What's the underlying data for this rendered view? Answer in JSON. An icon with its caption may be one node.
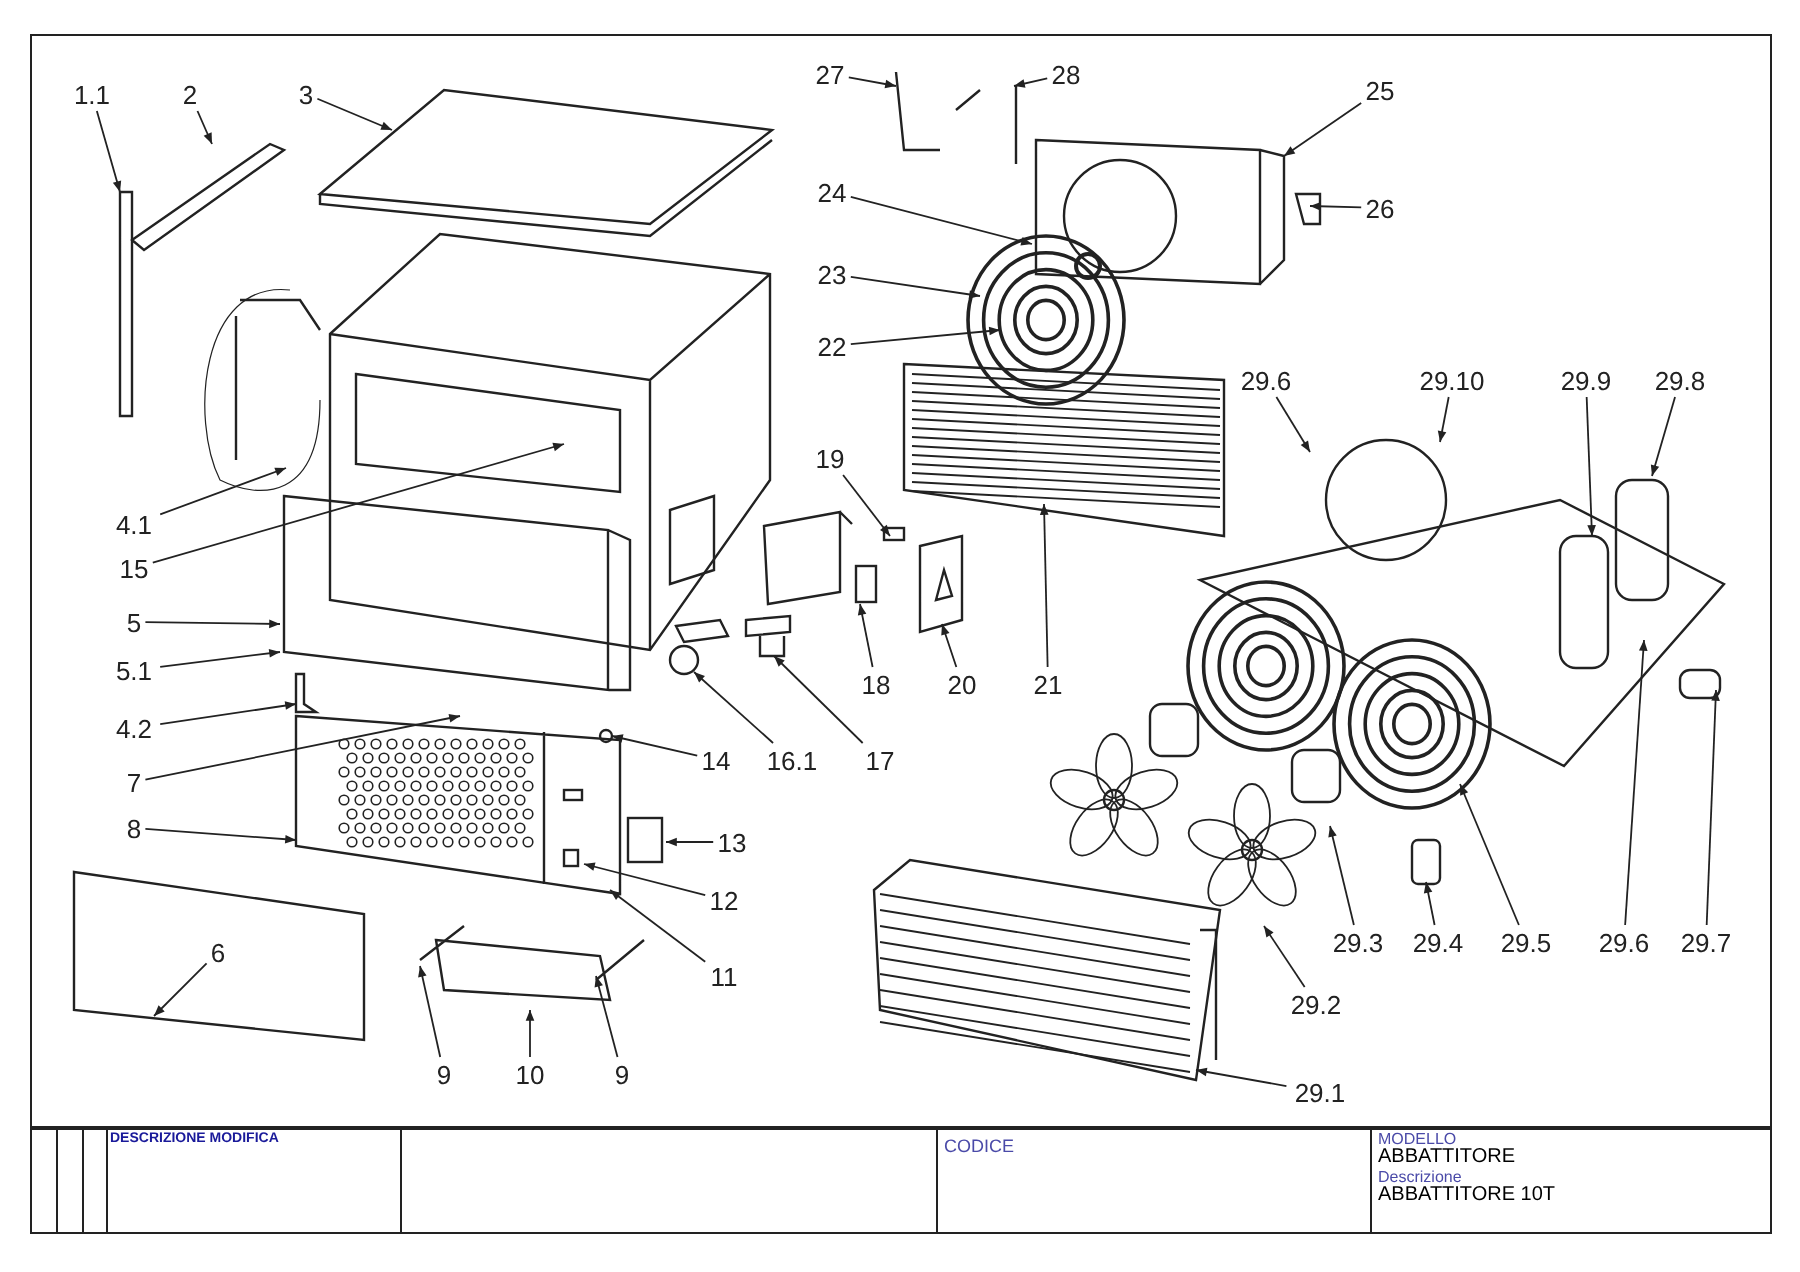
{
  "diagram": {
    "nodes": [
      {
        "text": [
          "1.1"
        ]
      },
      {
        "text": [
          "2"
        ]
      },
      {
        "text": [
          "3"
        ]
      },
      {
        "text": [
          "27"
        ]
      },
      {
        "text": [
          "28"
        ]
      },
      {
        "text": [
          "25"
        ]
      },
      {
        "text": [
          "26"
        ]
      },
      {
        "text": [
          "24"
        ]
      },
      {
        "text": [
          "23"
        ]
      },
      {
        "text": [
          "22"
        ]
      },
      {
        "text": [
          "29.6"
        ]
      },
      {
        "text": [
          "29.10"
        ]
      },
      {
        "text": [
          "29.9"
        ]
      },
      {
        "text": [
          "29.8"
        ]
      },
      {
        "text": [
          "19"
        ]
      },
      {
        "text": [
          "4.1"
        ]
      },
      {
        "text": [
          "15"
        ]
      },
      {
        "text": [
          "5"
        ]
      },
      {
        "text": [
          "5.1"
        ]
      },
      {
        "text": [
          "18"
        ]
      },
      {
        "text": [
          "20"
        ]
      },
      {
        "text": [
          "21"
        ]
      },
      {
        "text": [
          "4.2"
        ]
      },
      {
        "text": [
          "14"
        ]
      },
      {
        "text": [
          "16.1"
        ]
      },
      {
        "text": [
          "17"
        ]
      },
      {
        "text": [
          "7"
        ]
      },
      {
        "text": [
          "13"
        ]
      },
      {
        "text": [
          "8"
        ]
      },
      {
        "text": [
          "12"
        ]
      },
      {
        "text": [
          "11"
        ]
      },
      {
        "text": [
          "6"
        ]
      },
      {
        "text": [
          "9"
        ]
      },
      {
        "text": [
          "10"
        ]
      },
      {
        "text": [
          "9"
        ]
      },
      {
        "text": [
          "29.3"
        ]
      },
      {
        "text": [
          "29.4"
        ]
      },
      {
        "text": [
          "29.5"
        ]
      },
      {
        "text": [
          "29.6"
        ]
      },
      {
        "text": [
          "29.7"
        ]
      },
      {
        "text": [
          "29.2"
        ]
      },
      {
        "text": [
          "29.1"
        ]
      }
    ],
    "edges": [
      {
        "from": 0,
        "to": null,
        "arrow": "to"
      },
      {
        "from": 1,
        "to": null,
        "arrow": "to"
      },
      {
        "from": 2,
        "to": null,
        "arrow": "to"
      },
      {
        "from": 3,
        "to": null,
        "arrow": "to"
      },
      {
        "from": 4,
        "to": null,
        "arrow": "to"
      },
      {
        "from": 5,
        "to": null,
        "arrow": "to"
      },
      {
        "from": 6,
        "to": null,
        "arrow": "to"
      },
      {
        "from": 7,
        "to": null,
        "arrow": "to"
      },
      {
        "from": 8,
        "to": null,
        "arrow": "to"
      },
      {
        "from": 9,
        "to": null,
        "arrow": "to"
      },
      {
        "from": 10,
        "to": null,
        "arrow": "to"
      },
      {
        "from": 11,
        "to": null,
        "arrow": "to"
      },
      {
        "from": 12,
        "to": null,
        "arrow": "to"
      },
      {
        "from": 13,
        "to": null,
        "arrow": "to"
      },
      {
        "from": 14,
        "to": null,
        "arrow": "to"
      },
      {
        "from": 15,
        "to": null,
        "arrow": "to"
      },
      {
        "from": 16,
        "to": null,
        "arrow": "to"
      },
      {
        "from": 17,
        "to": null,
        "arrow": "to"
      },
      {
        "from": 18,
        "to": null,
        "arrow": "to"
      },
      {
        "from": 19,
        "to": null,
        "arrow": "to"
      },
      {
        "from": 20,
        "to": null,
        "arrow": "to"
      },
      {
        "from": 21,
        "to": null,
        "arrow": "to"
      },
      {
        "from": 22,
        "to": null,
        "arrow": "to"
      },
      {
        "from": 23,
        "to": null,
        "arrow": "to"
      },
      {
        "from": 24,
        "to": null,
        "arrow": "to"
      },
      {
        "from": 25,
        "to": null,
        "arrow": "to"
      },
      {
        "from": 26,
        "to": null,
        "arrow": "to"
      },
      {
        "from": 27,
        "to": null,
        "arrow": "to"
      },
      {
        "from": 28,
        "to": null,
        "arrow": "to"
      },
      {
        "from": 29,
        "to": null,
        "arrow": "to"
      },
      {
        "from": 30,
        "to": null,
        "arrow": "to"
      },
      {
        "from": 31,
        "to": null,
        "arrow": "to"
      },
      {
        "from": 32,
        "to": null,
        "arrow": "to"
      },
      {
        "from": 33,
        "to": null,
        "arrow": "to"
      },
      {
        "from": 34,
        "to": null,
        "arrow": "to"
      },
      {
        "from": 35,
        "to": null,
        "arrow": "to"
      },
      {
        "from": 36,
        "to": null,
        "arrow": "to"
      },
      {
        "from": 37,
        "to": null,
        "arrow": "to"
      },
      {
        "from": 38,
        "to": null,
        "arrow": "to"
      },
      {
        "from": 39,
        "to": null,
        "arrow": "to"
      },
      {
        "from": 40,
        "to": null,
        "arrow": "to"
      },
      {
        "from": 41,
        "to": null,
        "arrow": "to"
      }
    ],
    "labels": [
      "DESCRIZIONE MODIFICA",
      "CODICE",
      "MODELLO",
      "ABBATTITORE",
      "Descrizione",
      "ABBATTITORE 10T"
    ]
  }
}
